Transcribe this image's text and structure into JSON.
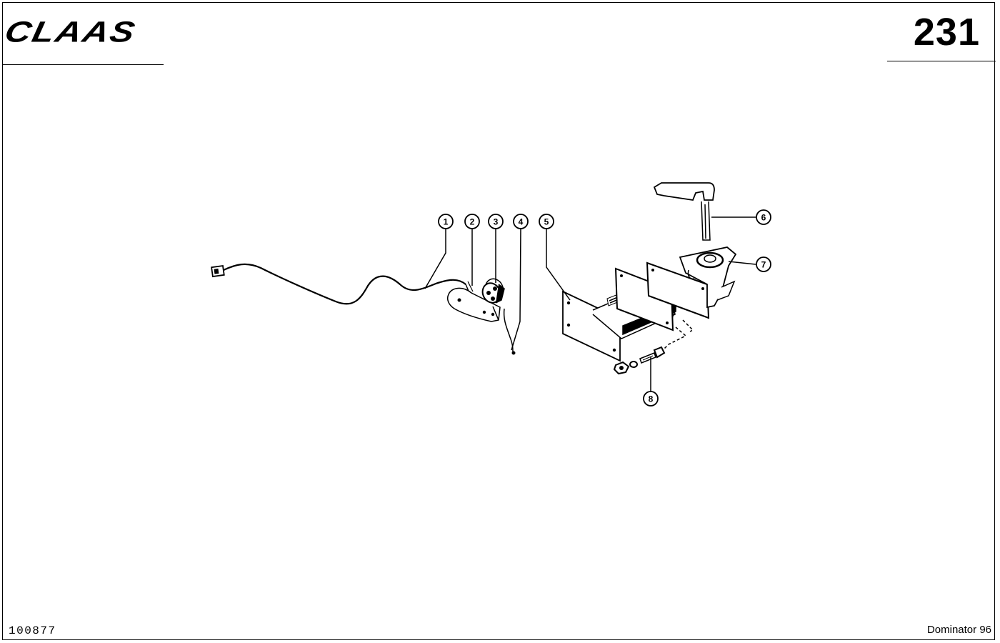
{
  "header": {
    "brand": "CLAAS",
    "page_number": "231"
  },
  "footer": {
    "reference": "100877",
    "model": "Dominator 96"
  },
  "callouts": {
    "c1": "1",
    "c2": "2",
    "c3": "3",
    "c4": "4",
    "c5": "5",
    "c6": "6",
    "c7": "7",
    "c8": "8"
  }
}
